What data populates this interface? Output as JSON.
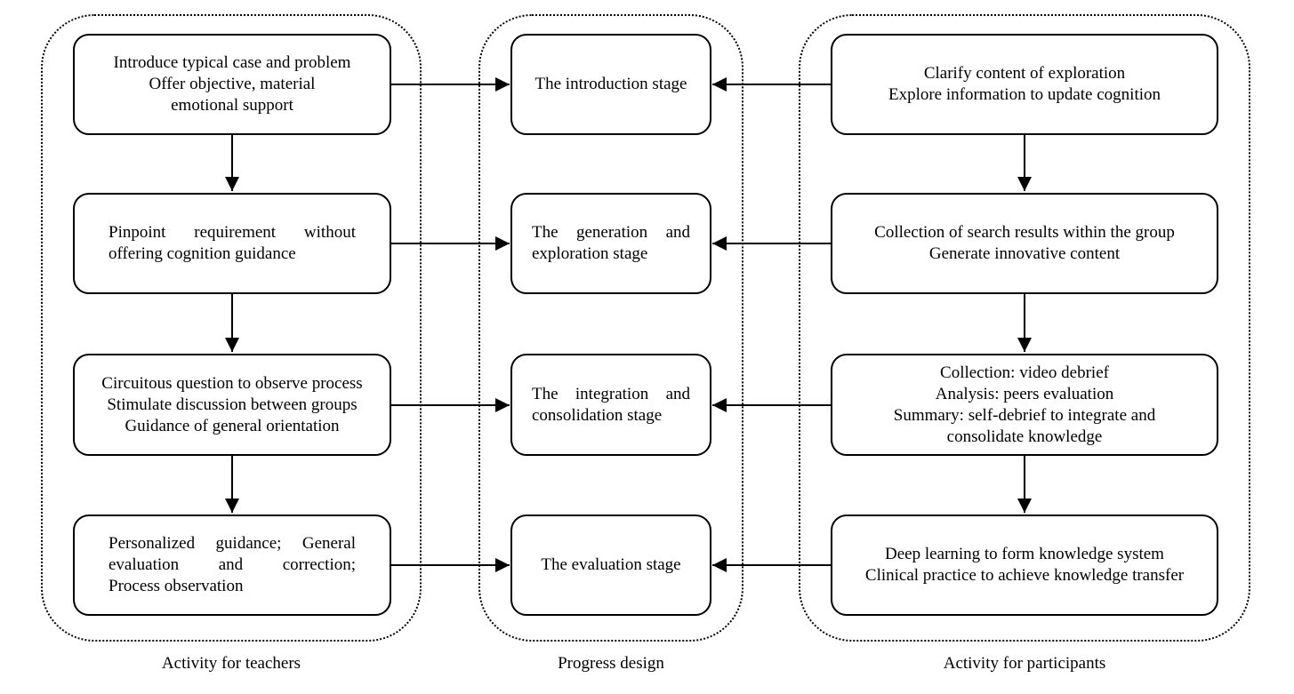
{
  "teachers": {
    "caption": "Activity for teachers",
    "boxes": [
      [
        "Introduce typical case and problem",
        "Offer objective, material",
        "emotional support"
      ],
      [
        "Pinpoint requirement without",
        "offering cognition guidance"
      ],
      [
        "Circuitous question to observe process",
        "Stimulate discussion between groups",
        "Guidance of general orientation"
      ],
      [
        "Personalized guidance; General",
        "evaluation and correction;",
        "Process observation"
      ]
    ]
  },
  "progress": {
    "caption": "Progress design",
    "stages": [
      [
        "The introduction stage"
      ],
      [
        "The generation and",
        "exploration stage"
      ],
      [
        "The integration and",
        "consolidation stage"
      ],
      [
        "The evaluation stage"
      ]
    ]
  },
  "participants": {
    "caption": "Activity for participants",
    "boxes": [
      [
        "Clarify content of exploration",
        "Explore information to update cognition"
      ],
      [
        "Collection of search results within the group",
        "Generate innovative content"
      ],
      [
        "Collection: video debrief",
        "Analysis: peers evaluation",
        "Summary: self-debrief to integrate and",
        "consolidate knowledge"
      ],
      [
        "Deep learning to form knowledge system",
        "Clinical practice to achieve knowledge transfer"
      ]
    ]
  }
}
